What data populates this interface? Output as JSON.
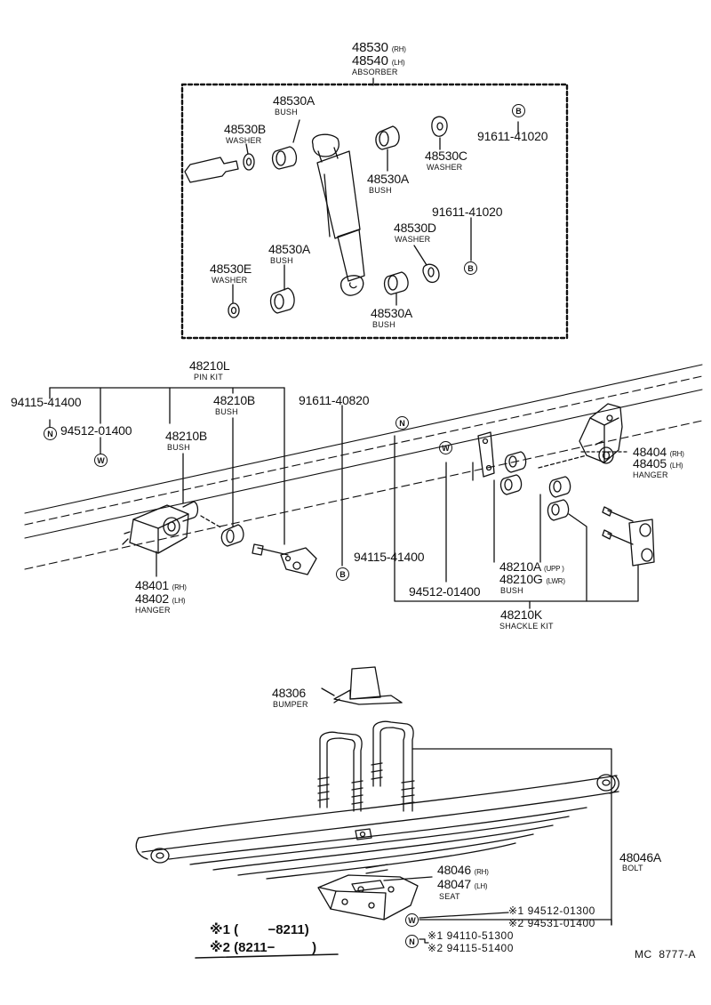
{
  "absorber": {
    "pn1": "48530",
    "q1": "(RH)",
    "pn2": "48540",
    "q2": "(LH)",
    "desc": "ABSORBER",
    "bush_top": {
      "pn": "48530A",
      "desc": "BUSH"
    },
    "washer_b": {
      "pn": "48530B",
      "desc": "WASHER"
    },
    "washer_c": {
      "pn": "48530C",
      "desc": "WASHER"
    },
    "bush_mid": {
      "pn": "48530A",
      "desc": "BUSH"
    },
    "nut_top": {
      "pn": "91611-41020",
      "sym": "B"
    },
    "nut_low": {
      "pn": "91611-41020",
      "sym": "B"
    },
    "washer_d": {
      "pn": "48530D",
      "desc": "WASHER"
    },
    "bush_low_left": {
      "pn": "48530A",
      "desc": "BUSH"
    },
    "washer_e": {
      "pn": "48530E",
      "desc": "WASHER"
    },
    "bush_low_right": {
      "pn": "48530A",
      "desc": "BUSH"
    }
  },
  "front_hanger": {
    "pin_kit": {
      "pn": "48210L",
      "desc": "PIN KIT"
    },
    "nut_a": "94115-41400",
    "washer_a": "94512-01400",
    "sym_n": "N",
    "sym_w": "W",
    "sym_b": "B",
    "bush_left": {
      "pn": "48210B",
      "desc": "BUSH"
    },
    "bush_right": {
      "pn": "48210B",
      "desc": "BUSH"
    },
    "bolt": "91611-40820",
    "hanger": {
      "pn1": "48401",
      "q1": "(RH)",
      "pn2": "48402",
      "q2": "(LH)",
      "desc": "HANGER"
    }
  },
  "rear_hanger": {
    "hanger": {
      "pn1": "48404",
      "q1": "(RH)",
      "pn2": "48405",
      "q2": "(LH)",
      "desc": "HANGER"
    },
    "nut": "94115-41400",
    "washer": "94512-01400",
    "sym_n": "N",
    "sym_w": "W",
    "bush": {
      "pn1": "48210A",
      "q1": "(UPP )",
      "pn2": "48210G",
      "q2": "(LWR)",
      "desc": "BUSH"
    },
    "shackle_kit": {
      "pn": "48210K",
      "desc": "SHACKLE KIT"
    }
  },
  "spring": {
    "bumper": {
      "pn": "48306",
      "desc": "BUMPER"
    },
    "bolt": {
      "pn": "48046A",
      "desc": "BOLT"
    },
    "seat": {
      "pn1": "48046",
      "q1": "(RH)",
      "pn2": "48047",
      "q2": "(LH)",
      "desc": "SEAT"
    },
    "washer_1": "※1 94512-01300",
    "washer_2": "※2 94531-01400",
    "nut_1": "※1 94110-51300",
    "nut_2": "※2 94115-51400",
    "sym_w": "W",
    "sym_n": "N"
  },
  "notes": {
    "n1_mark": "※1",
    "n1_range": "(        −8211)",
    "n2_mark": "※2",
    "n2_range": "(8211−          )"
  },
  "figure_code": "MC  8777-A"
}
